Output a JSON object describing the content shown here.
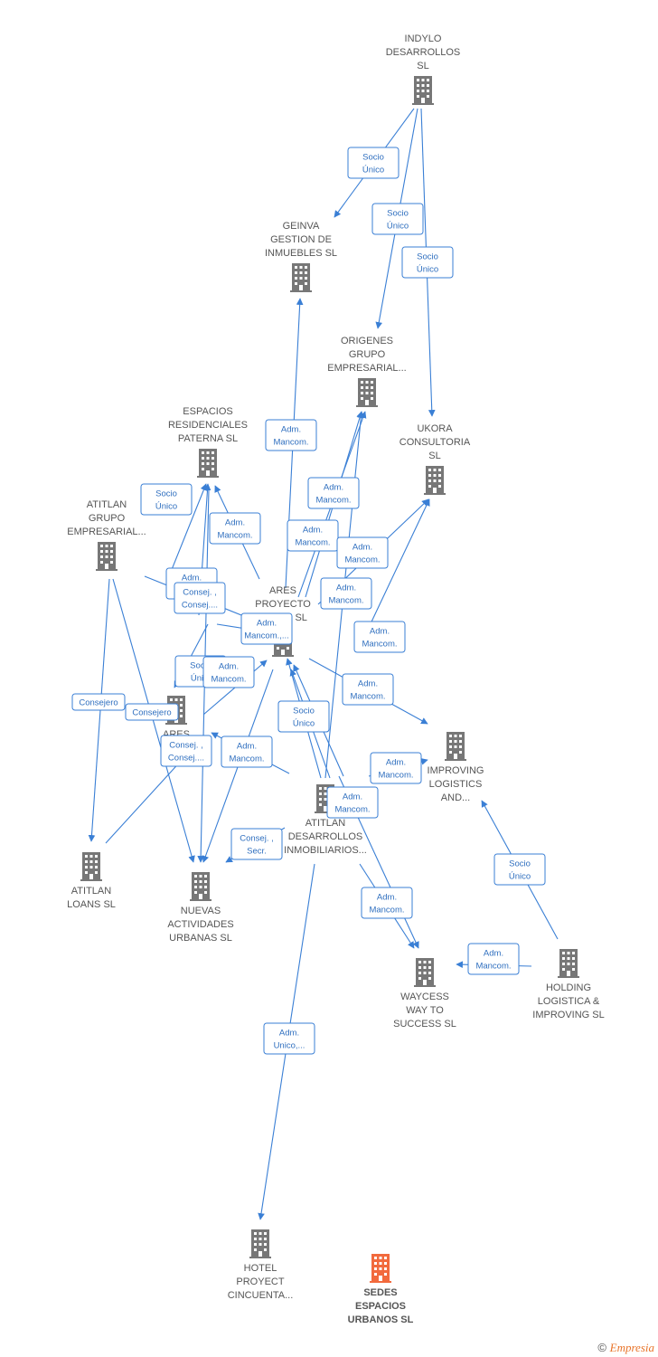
{
  "colors": {
    "edge": "#3a7fd5",
    "building": "#777777",
    "highlight": "#f26a3d"
  },
  "nodes": [
    {
      "id": "indylo",
      "lines": [
        "INDYLO",
        "DESARROLLOS",
        "SL"
      ]
    },
    {
      "id": "geinva",
      "lines": [
        "GEINVA",
        "GESTION DE",
        "INMUEBLES  SL"
      ]
    },
    {
      "id": "origenes",
      "lines": [
        "ORIGENES",
        "GRUPO",
        "EMPRESARIAL..."
      ]
    },
    {
      "id": "ukora",
      "lines": [
        "UKORA",
        "CONSULTORIA",
        "SL"
      ]
    },
    {
      "id": "espacios",
      "lines": [
        "ESPACIOS",
        "RESIDENCIALES",
        "PATERNA  SL"
      ]
    },
    {
      "id": "atitlan_grupo",
      "lines": [
        "ATITLAN",
        "GRUPO",
        "EMPRESARIAL..."
      ]
    },
    {
      "id": "ares",
      "lines": [
        "ARES",
        "PROYECTO",
        "LOANS  SL"
      ]
    },
    {
      "id": "ares_nev",
      "lines": [
        "ARES",
        "NEV...",
        "...SL"
      ]
    },
    {
      "id": "improving",
      "lines": [
        "IMPROVING",
        "LOGISTICS",
        "AND..."
      ]
    },
    {
      "id": "atitlan_des",
      "lines": [
        "ATITLAN",
        "DESARROLLOS",
        "INMOBILIARIOS..."
      ]
    },
    {
      "id": "atitlan_loans",
      "lines": [
        "ATITLAN",
        "LOANS  SL"
      ]
    },
    {
      "id": "nuevas",
      "lines": [
        "NUEVAS",
        "ACTIVIDADES",
        "URBANAS SL"
      ]
    },
    {
      "id": "waycess",
      "lines": [
        "WAYCESS",
        "WAY TO",
        "SUCCESS  SL"
      ]
    },
    {
      "id": "holding",
      "lines": [
        "HOLDING",
        "LOGISTICA &",
        "IMPROVING  SL"
      ]
    },
    {
      "id": "hotel",
      "lines": [
        "HOTEL",
        "PROYECT",
        "CINCUENTA..."
      ]
    },
    {
      "id": "sedes",
      "lines": [
        "SEDES",
        "ESPACIOS",
        "URBANOS  SL"
      ],
      "highlight": true
    }
  ],
  "edge_labels": [
    {
      "lines": [
        "Socio",
        "Único"
      ]
    },
    {
      "lines": [
        "Socio",
        "Único"
      ]
    },
    {
      "lines": [
        "Socio",
        "Único"
      ]
    },
    {
      "lines": [
        "Adm.",
        "Mancom."
      ]
    },
    {
      "lines": [
        "Adm.",
        "Mancom."
      ]
    },
    {
      "lines": [
        "Socio",
        "Único"
      ]
    },
    {
      "lines": [
        "Adm.",
        "Mancom."
      ]
    },
    {
      "lines": [
        "Adm.",
        "Mancom."
      ]
    },
    {
      "lines": [
        "Adm.",
        "Mancom."
      ]
    },
    {
      "lines": [
        "Adm.",
        "Mancom."
      ]
    },
    {
      "lines": [
        "Adm.",
        "Mancom."
      ]
    },
    {
      "lines": [
        "Consej. ,",
        "Consej...."
      ]
    },
    {
      "lines": [
        "Adm.",
        "Mancom.,..."
      ]
    },
    {
      "lines": [
        "Adm.",
        "Mancom."
      ]
    },
    {
      "lines": [
        "Socio",
        "Úni..."
      ]
    },
    {
      "lines": [
        "Adm.",
        "Mancom."
      ]
    },
    {
      "lines": [
        "Adm.",
        "Mancom."
      ]
    },
    {
      "lines": [
        "Consejero"
      ]
    },
    {
      "lines": [
        "Consejero"
      ]
    },
    {
      "lines": [
        "Socio",
        "Único"
      ]
    },
    {
      "lines": [
        "Consej. ,",
        "Consej...."
      ]
    },
    {
      "lines": [
        "Adm.",
        "Mancom."
      ]
    },
    {
      "lines": [
        "Adm.",
        "Mancom."
      ]
    },
    {
      "lines": [
        "Adm.",
        "Mancom."
      ]
    },
    {
      "lines": [
        "Consej. ,",
        "Secr."
      ]
    },
    {
      "lines": [
        "Socio",
        "Único"
      ]
    },
    {
      "lines": [
        "Adm.",
        "Mancom."
      ]
    },
    {
      "lines": [
        "Socio",
        "Único"
      ]
    },
    {
      "lines": [
        "Adm.",
        "Mancom."
      ]
    },
    {
      "lines": [
        "Adm.",
        "Unico,..."
      ]
    }
  ],
  "footer": {
    "copyright": "©",
    "brand": "Empresia"
  }
}
